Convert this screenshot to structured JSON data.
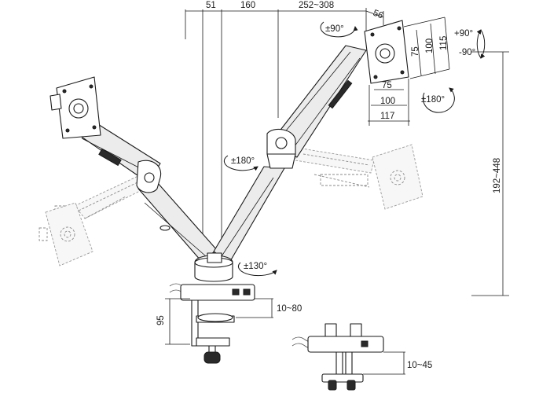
{
  "dimensions": {
    "top_51": "51",
    "top_160": "160",
    "top_252_308": "252~308",
    "top_56": "56",
    "vesa_75_h": "75",
    "vesa_100_h": "100",
    "vesa_115_h": "115",
    "vesa_75_w": "75",
    "vesa_100_w": "100",
    "vesa_117_w": "117",
    "height_192_448": "192~448",
    "clamp_95": "95",
    "clamp_10_80": "10~80",
    "grommet_10_45": "10~45"
  },
  "rotations": {
    "panel_rot": "±90°",
    "tilt_up": "+90°",
    "tilt_down": "-90°",
    "swivel_180_right": "±180°",
    "swivel_180_mid": "±180°",
    "base_130": "±130°"
  }
}
